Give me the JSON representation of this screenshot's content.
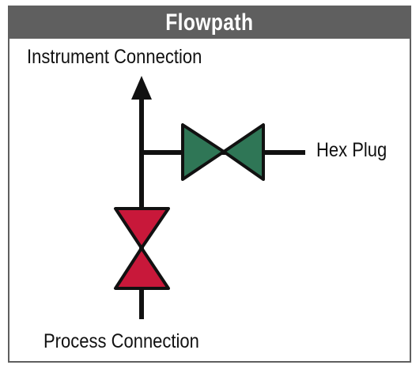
{
  "header": {
    "title": "Flowpath"
  },
  "labels": {
    "instrument_connection": "Instrument Connection",
    "hex_plug": "Hex Plug",
    "process_connection": "Process Connection"
  },
  "colors": {
    "frame": "#5f5f5f",
    "header_text": "#ffffff",
    "line": "#111111",
    "process_valve": "#c8183a",
    "plug_valve": "#2f7656"
  },
  "icons": {
    "arrow": "arrow-up-icon",
    "process_valve": "process-valve-icon",
    "plug_valve": "hex-plug-valve-icon"
  }
}
